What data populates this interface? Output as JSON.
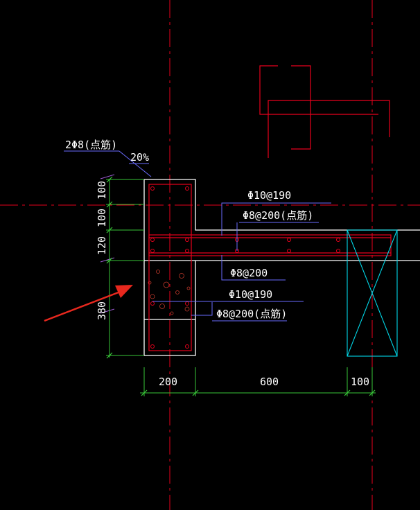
{
  "colors": {
    "background": "#000000",
    "axis_red": "#e8001c",
    "rebar_red": "#e8001c",
    "outline_white": "#ffffff",
    "leader_blue": "#6a6cff",
    "dim_green": "#39c639",
    "cyan": "#00d8e8",
    "accent_purple": "#9b59d0",
    "arrow_red": "#e8281e"
  },
  "annotations": {
    "corner_bars": "2Φ8(点筋)",
    "percent": "20%",
    "top_bar_1": "Φ10@190",
    "stirrup_1": "Φ8@200(点筋)",
    "stirrup_2": "Φ8@200",
    "top_bar_2": "Φ10@190",
    "stirrup_3": "Φ8@200(点筋)"
  },
  "dimensions": {
    "vertical": [
      "100",
      "100",
      "120",
      "380"
    ],
    "horizontal": [
      "200",
      "600",
      "100"
    ]
  },
  "icons": {
    "pointer": "red-arrow-icon",
    "opening": "cross-box-icon"
  }
}
